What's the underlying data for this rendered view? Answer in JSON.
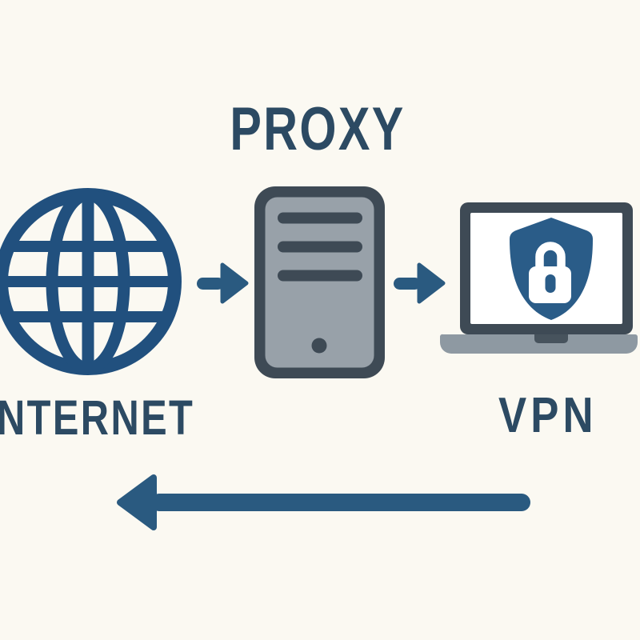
{
  "diagram": {
    "labels": {
      "proxy": "PROXY",
      "internet": "NTERNET",
      "vpn": "VPN"
    },
    "nodes": [
      {
        "id": "internet",
        "icon": "globe-icon",
        "label": "NTERNET"
      },
      {
        "id": "proxy",
        "icon": "server-tower-icon",
        "label": "PROXY"
      },
      {
        "id": "vpn",
        "icon": "laptop-shield-lock-icon",
        "label": "VPN"
      }
    ],
    "flow_arrows": [
      {
        "from": "internet",
        "to": "proxy",
        "direction": "right"
      },
      {
        "from": "proxy",
        "to": "vpn",
        "direction": "right"
      },
      {
        "from": "vpn",
        "to": "internet",
        "direction": "left"
      }
    ]
  },
  "colors": {
    "background": "#fbf9f2",
    "label_text": "#2c4a63",
    "globe_blue": "#21507e",
    "arrow_blue": "#2a5a80",
    "shield_blue": "#2a5c88",
    "dark_slate": "#3e4a55",
    "server_gray": "#98a1a9",
    "laptop_base_gray": "#8e99a2",
    "hinge_gray": "#47535d",
    "screen_white": "#ffffff"
  }
}
